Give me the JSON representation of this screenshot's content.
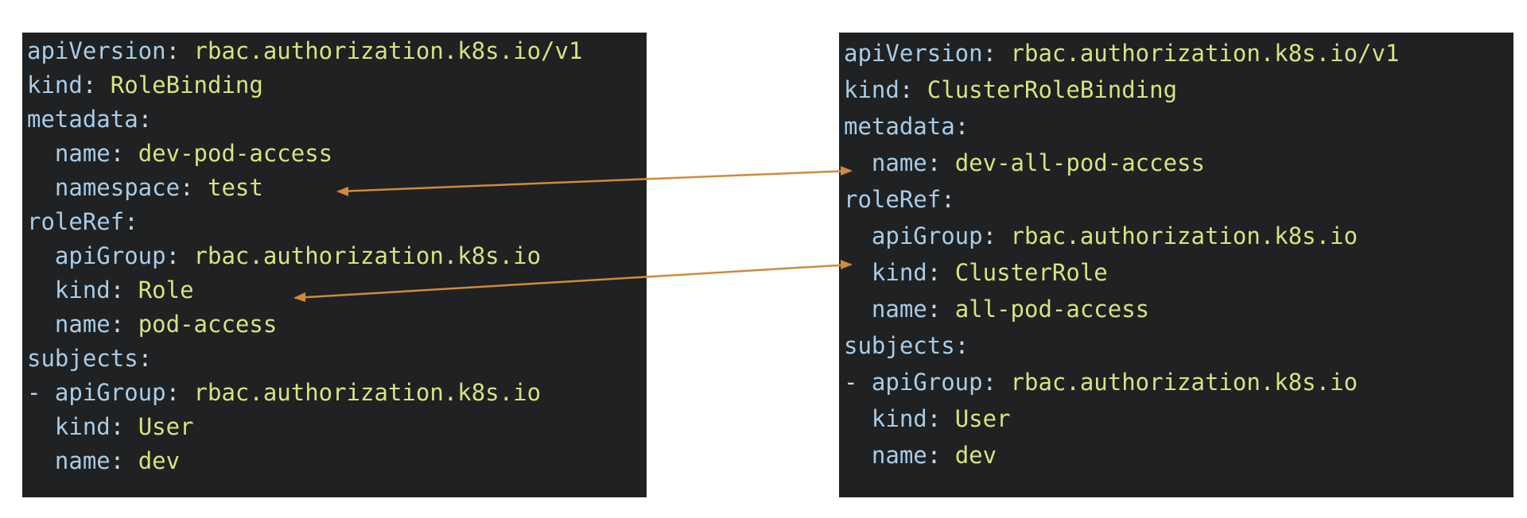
{
  "left_panel": {
    "lines": [
      {
        "indent": 0,
        "dash": false,
        "key": "apiVersion",
        "value": "rbac.authorization.k8s.io/v1"
      },
      {
        "indent": 0,
        "dash": false,
        "key": "kind",
        "value": "RoleBinding"
      },
      {
        "indent": 0,
        "dash": false,
        "key": "metadata",
        "value": ""
      },
      {
        "indent": 1,
        "dash": false,
        "key": "name",
        "value": "dev-pod-access"
      },
      {
        "indent": 1,
        "dash": false,
        "key": "namespace",
        "value": "test"
      },
      {
        "indent": 0,
        "dash": false,
        "key": "roleRef",
        "value": ""
      },
      {
        "indent": 1,
        "dash": false,
        "key": "apiGroup",
        "value": "rbac.authorization.k8s.io"
      },
      {
        "indent": 1,
        "dash": false,
        "key": "kind",
        "value": "Role"
      },
      {
        "indent": 1,
        "dash": false,
        "key": "name",
        "value": "pod-access"
      },
      {
        "indent": 0,
        "dash": false,
        "key": "subjects",
        "value": ""
      },
      {
        "indent": 0,
        "dash": true,
        "key": "apiGroup",
        "value": "rbac.authorization.k8s.io"
      },
      {
        "indent": 1,
        "dash": false,
        "key": "kind",
        "value": "User"
      },
      {
        "indent": 1,
        "dash": false,
        "key": "name",
        "value": "dev"
      }
    ]
  },
  "right_panel": {
    "lines": [
      {
        "indent": 0,
        "dash": false,
        "key": "apiVersion",
        "value": "rbac.authorization.k8s.io/v1"
      },
      {
        "indent": 0,
        "dash": false,
        "key": "kind",
        "value": "ClusterRoleBinding"
      },
      {
        "indent": 0,
        "dash": false,
        "key": "metadata",
        "value": ""
      },
      {
        "indent": 1,
        "dash": false,
        "key": "name",
        "value": "dev-all-pod-access"
      },
      {
        "indent": 0,
        "dash": false,
        "key": "roleRef",
        "value": ""
      },
      {
        "indent": 1,
        "dash": false,
        "key": "apiGroup",
        "value": "rbac.authorization.k8s.io"
      },
      {
        "indent": 1,
        "dash": false,
        "key": "kind",
        "value": "ClusterRole"
      },
      {
        "indent": 1,
        "dash": false,
        "key": "name",
        "value": "all-pod-access"
      },
      {
        "indent": 0,
        "dash": false,
        "key": "subjects",
        "value": ""
      },
      {
        "indent": 0,
        "dash": true,
        "key": "apiGroup",
        "value": "rbac.authorization.k8s.io"
      },
      {
        "indent": 1,
        "dash": false,
        "key": "kind",
        "value": "User"
      },
      {
        "indent": 1,
        "dash": false,
        "key": "name",
        "value": "dev"
      }
    ]
  },
  "connectors": [
    {
      "from": "left.namespace",
      "to": "right.metadata.name"
    },
    {
      "from": "left.roleRef.kind",
      "to": "right.roleRef.kind"
    }
  ],
  "colors": {
    "panel_background": "#1f2122",
    "key_text": "#a9cce8",
    "value_text": "#d4e57f",
    "arrow": "#d08a3c"
  }
}
